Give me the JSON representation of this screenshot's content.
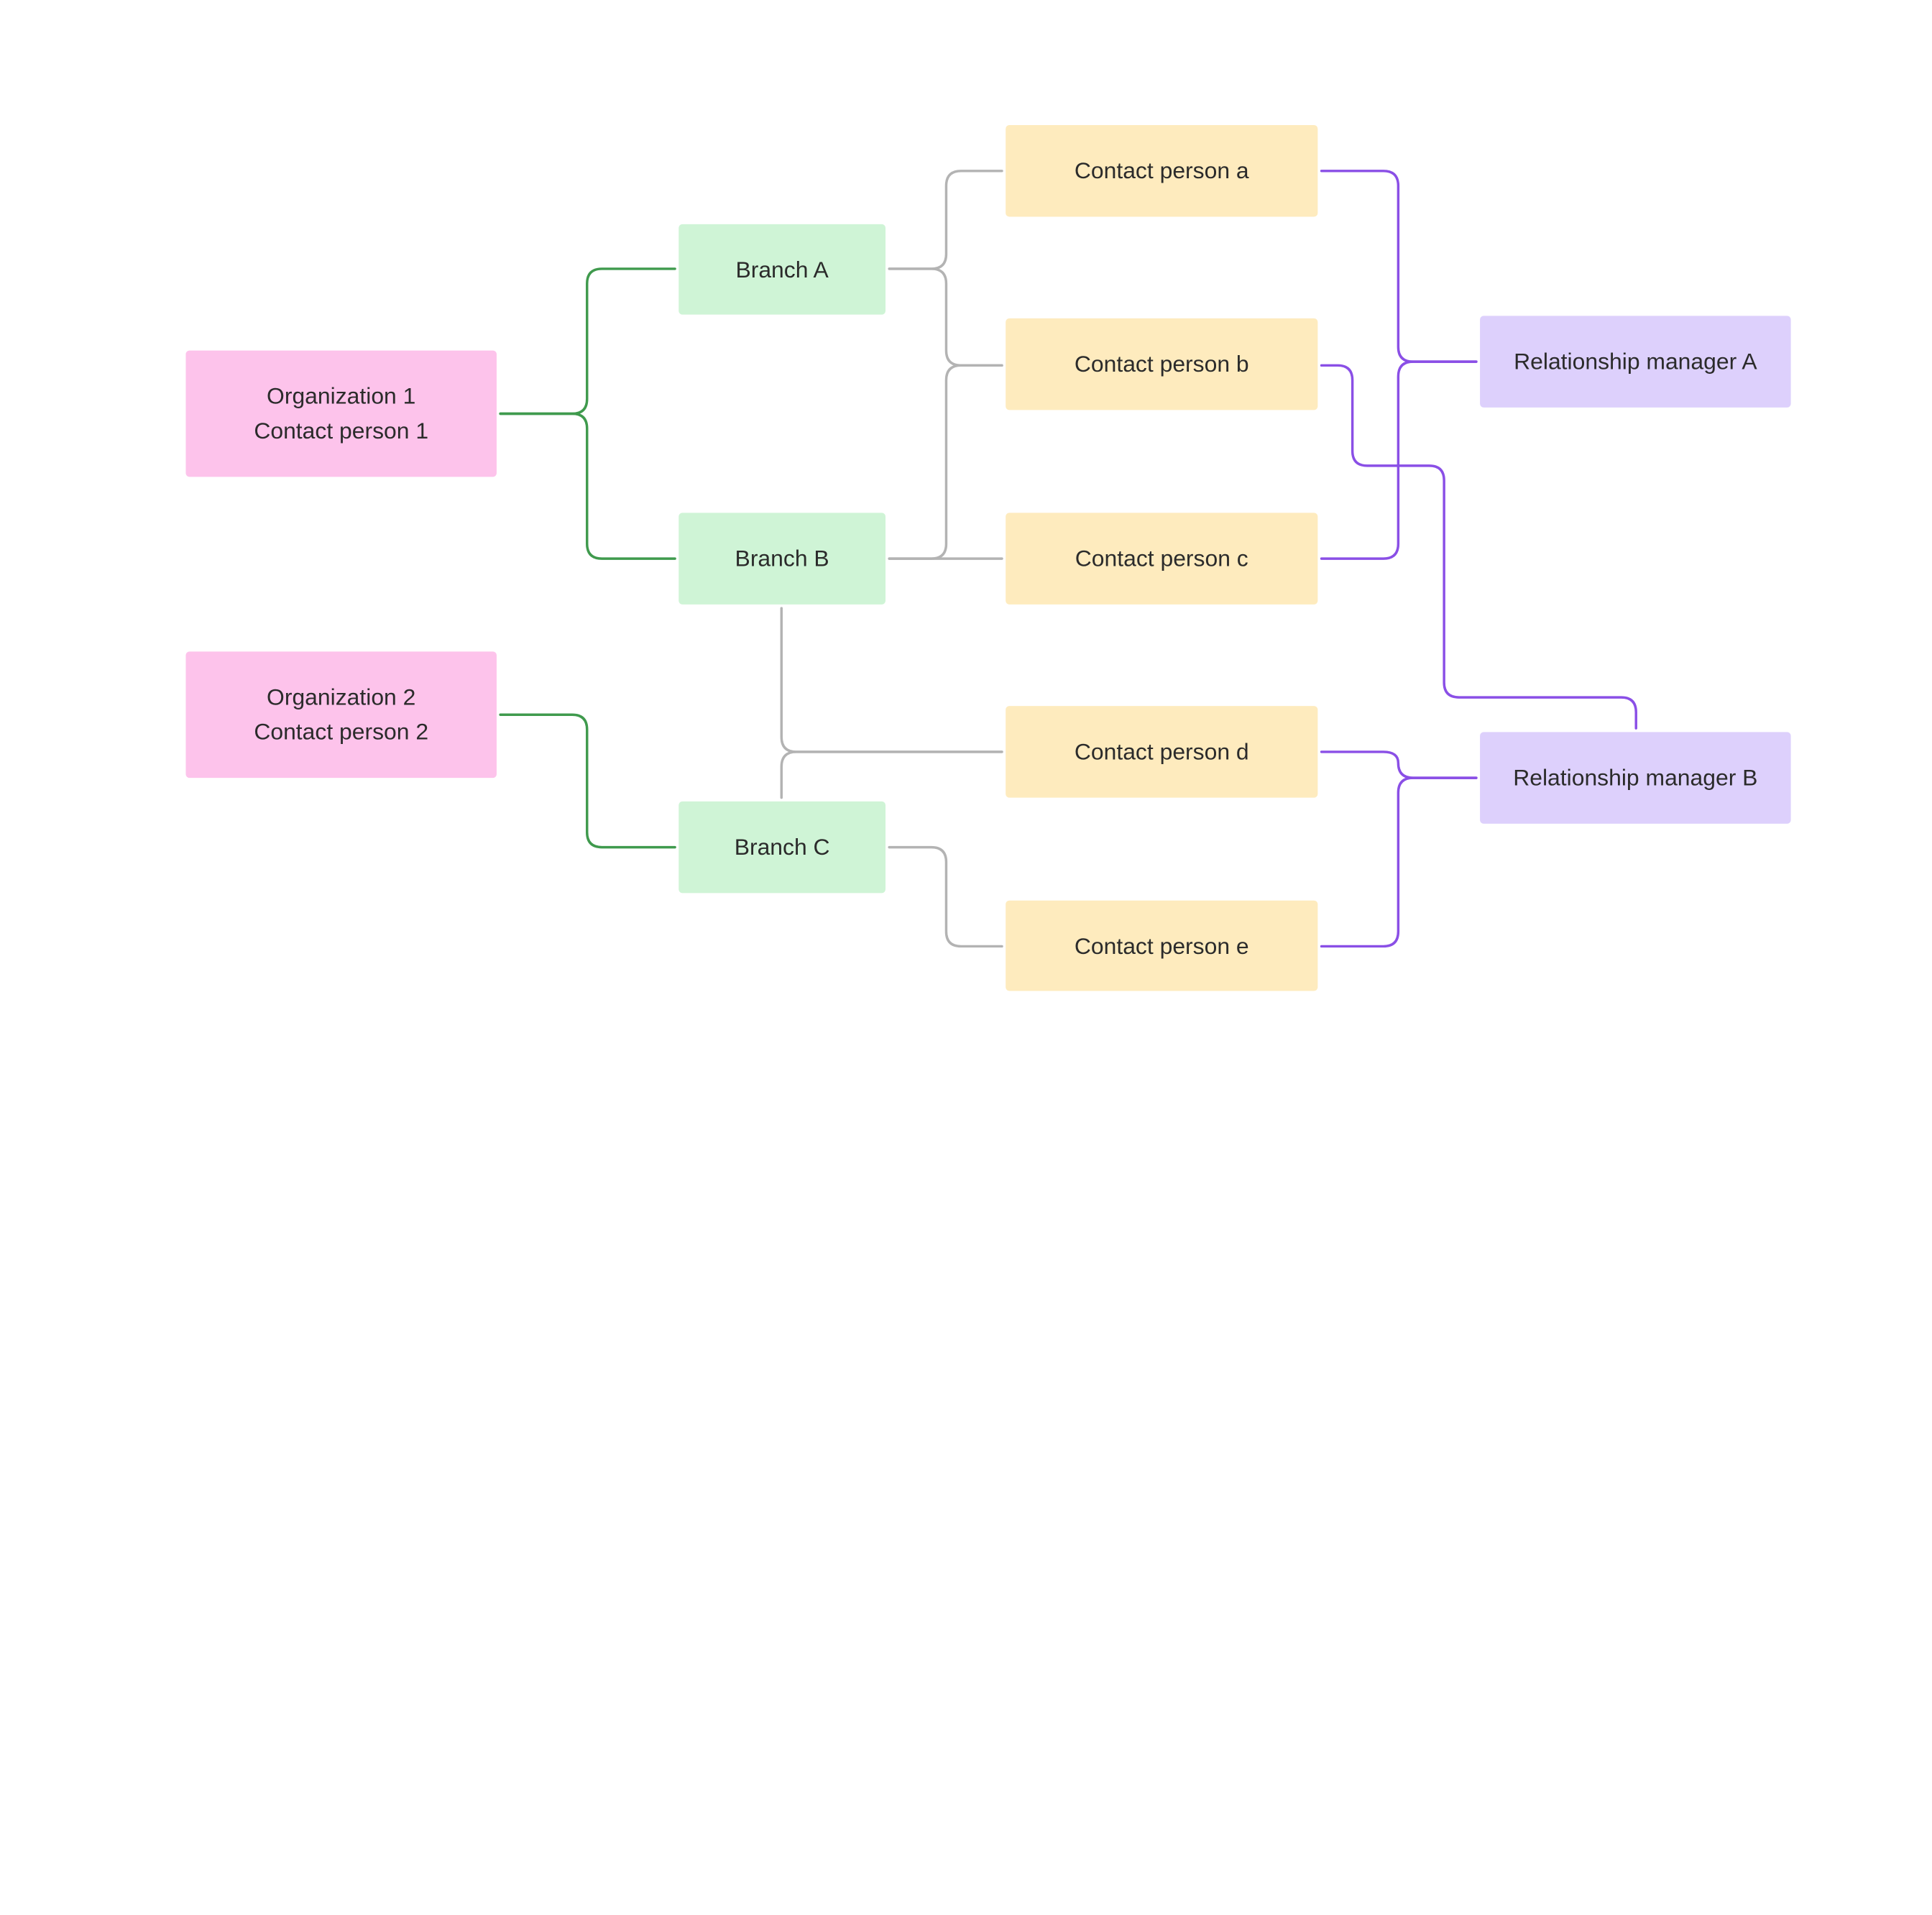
{
  "diagram": {
    "colors": {
      "organization_fill": "#fdc3eb",
      "branch_fill": "#cff4d6",
      "contact_fill": "#feebbe",
      "manager_fill": "#ddd0fc",
      "org_branch_line": "#3f9a4d",
      "branch_contact_line": "#b3b3b3",
      "contact_manager_line": "#8a4fe6"
    },
    "organizations": [
      {
        "id": "org1",
        "line1": "Organization 1",
        "line2": "Contact person 1"
      },
      {
        "id": "org2",
        "line1": "Organization 2",
        "line2": "Contact person 2"
      }
    ],
    "branches": [
      {
        "id": "branchA",
        "label": "Branch A"
      },
      {
        "id": "branchB",
        "label": "Branch B"
      },
      {
        "id": "branchC",
        "label": "Branch C"
      }
    ],
    "contacts": [
      {
        "id": "contactA",
        "label": "Contact person a"
      },
      {
        "id": "contactB",
        "label": "Contact person b"
      },
      {
        "id": "contactC",
        "label": "Contact person c"
      },
      {
        "id": "contactD",
        "label": "Contact person d"
      },
      {
        "id": "contactE",
        "label": "Contact person e"
      }
    ],
    "managers": [
      {
        "id": "managerA",
        "label": "Relationship manager A"
      },
      {
        "id": "managerB",
        "label": "Relationship manager B"
      }
    ],
    "links": [
      {
        "from": "org1",
        "to": "branchA",
        "kind": "green"
      },
      {
        "from": "org1",
        "to": "branchB",
        "kind": "green"
      },
      {
        "from": "org2",
        "to": "branchC",
        "kind": "green"
      },
      {
        "from": "branchA",
        "to": "contactA",
        "kind": "gray"
      },
      {
        "from": "branchA",
        "to": "contactB",
        "kind": "gray"
      },
      {
        "from": "branchB",
        "to": "contactB",
        "kind": "gray"
      },
      {
        "from": "branchB",
        "to": "contactC",
        "kind": "gray"
      },
      {
        "from": "branchB",
        "to": "contactD",
        "kind": "gray"
      },
      {
        "from": "branchC",
        "to": "contactD",
        "kind": "gray"
      },
      {
        "from": "branchC",
        "to": "contactE",
        "kind": "gray"
      },
      {
        "from": "contactA",
        "to": "managerA",
        "kind": "purple"
      },
      {
        "from": "contactC",
        "to": "managerA",
        "kind": "purple"
      },
      {
        "from": "contactB",
        "to": "managerB",
        "kind": "purple"
      },
      {
        "from": "contactD",
        "to": "managerB",
        "kind": "purple"
      },
      {
        "from": "contactE",
        "to": "managerB",
        "kind": "purple"
      }
    ]
  }
}
